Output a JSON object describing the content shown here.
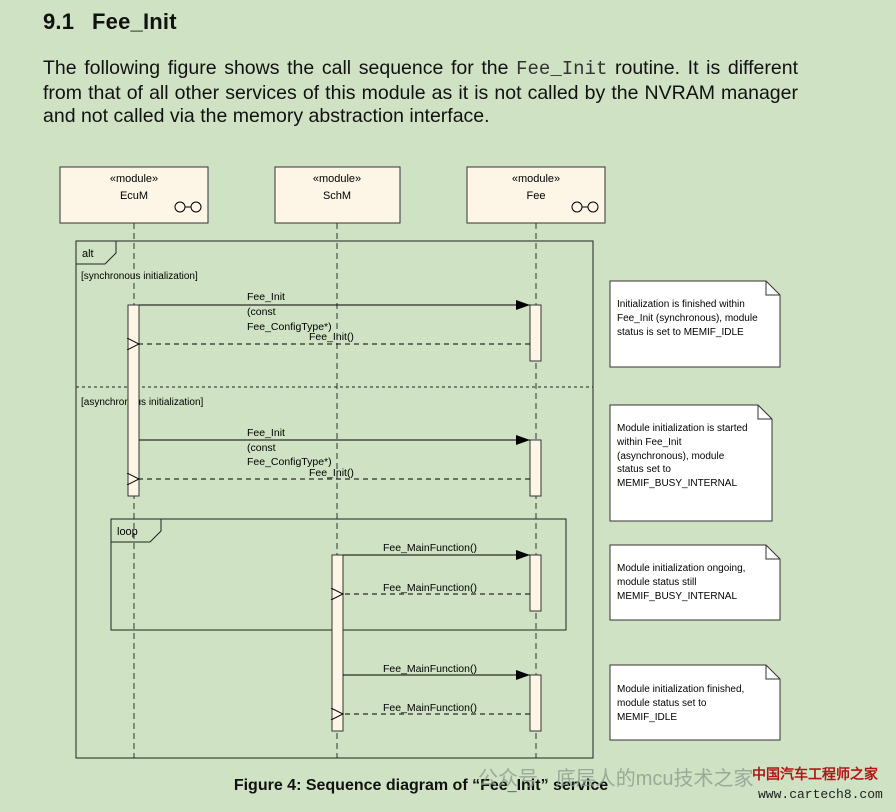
{
  "section": {
    "number": "9.1",
    "title": "Fee_Init"
  },
  "intro": {
    "before": "The following figure shows the call sequence for the ",
    "code": "Fee_Init",
    "after": " routine. It is different from that of all other services of this module as it is not called by the NVRAM manager and not called via the memory abstraction interface."
  },
  "diagram": {
    "lifelines": [
      {
        "stereotype": "«module»",
        "name": "EcuM"
      },
      {
        "stereotype": "«module»",
        "name": "SchM"
      },
      {
        "stereotype": "«module»",
        "name": "Fee"
      }
    ],
    "alt_label": "alt",
    "guard_sync": "[synchronous initialization]",
    "guard_async": "[asynchronous initialization]",
    "loop_label": "loop",
    "sync_call": [
      "Fee_Init",
      "(const",
      "Fee_ConfigType*)"
    ],
    "sync_return": "Fee_Init()",
    "async_call": [
      "Fee_Init",
      "(const",
      "Fee_ConfigType*)"
    ],
    "async_return": "Fee_Init()",
    "loop_call": "Fee_MainFunction()",
    "loop_return": "Fee_MainFunction()",
    "final_call": "Fee_MainFunction()",
    "final_return": "Fee_MainFunction()",
    "notes": [
      [
        "Initialization is finished within",
        "Fee_Init (synchronous), module",
        "status is set to MEMIF_IDLE"
      ],
      [
        "Module initialization is started",
        "within Fee_Init",
        "(asynchronous), module",
        "status set to",
        "MEMIF_BUSY_INTERNAL"
      ],
      [
        "Module initialization ongoing,",
        "module status still",
        "MEMIF_BUSY_INTERNAL"
      ],
      [
        "Module initialization finished,",
        "module status set to",
        "MEMIF_IDLE"
      ]
    ]
  },
  "caption": "Figure 4: Sequence diagram of “Fee_Init” service",
  "watermark": {
    "channel": "公众号 · 底层人的mcu技术之家",
    "brand": "中国汽车工程师之家",
    "site": "www.cartech8.com"
  }
}
